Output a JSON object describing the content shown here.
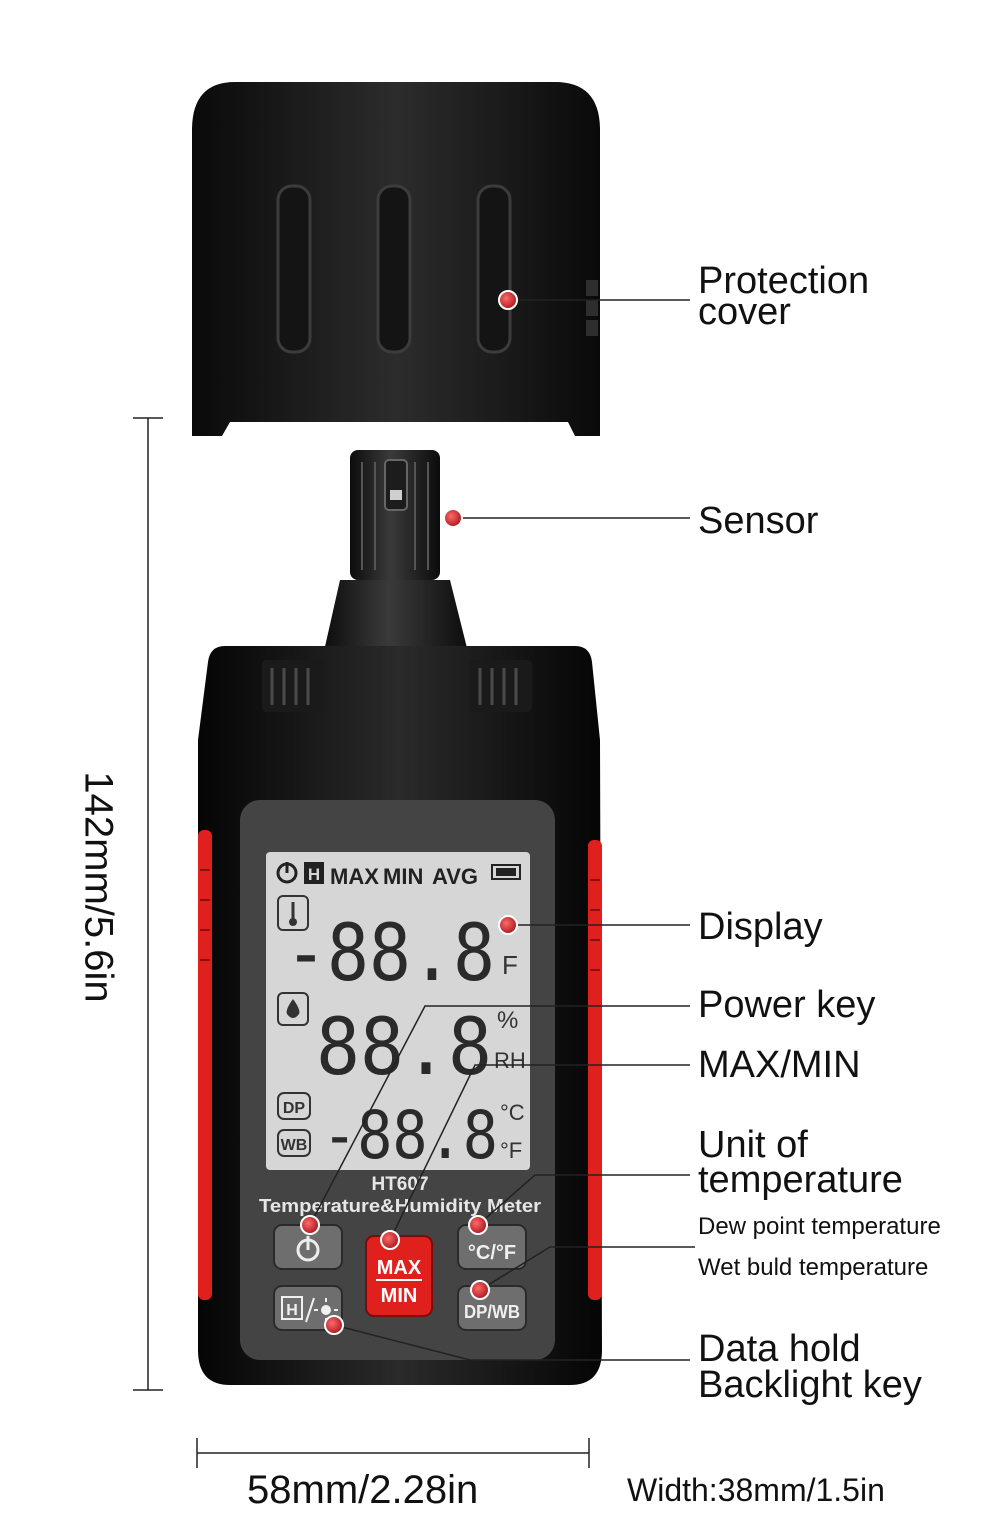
{
  "device": {
    "model": "HT607",
    "name": "Temperature&Humidity Meter",
    "lcd": {
      "status_row": [
        "MAX",
        "MIN",
        "AVG"
      ],
      "row1_value": "-88.8",
      "row1_units": [
        "°",
        "F"
      ],
      "row2_value": "88.8",
      "row2_units": [
        "%",
        "RH"
      ],
      "row3_value": "-88.8",
      "row3_units": [
        "°C",
        "°F"
      ],
      "row3_indicators": [
        "DP",
        "WB"
      ],
      "hold_indicator": "H"
    },
    "keys": {
      "maxmin_line1": "MAX",
      "maxmin_line2": "MIN",
      "unit_key": "°C/°F",
      "dpwb_key": "DP/WB",
      "hold_key_letter": "H"
    }
  },
  "callouts": {
    "protection_cover": [
      "Protection",
      "cover"
    ],
    "sensor": "Sensor",
    "display": "Display",
    "power_key": "Power key",
    "max_min": "MAX/MIN",
    "unit_of_temperature": [
      "Unit of",
      "temperature"
    ],
    "dew_point": "Dew point temperature",
    "wet_bulb": "Wet buld temperature",
    "data_hold": [
      "Data hold",
      "Backlight key"
    ]
  },
  "dimensions": {
    "height": "142mm/5.6in",
    "width_front": "58mm/2.28in",
    "thickness": "Width:38mm/1.5in"
  },
  "colors": {
    "body": "#121212",
    "accent_red": "#e0201c",
    "lcd_bg": "#d6d6d6",
    "callout_dot": "#c0161c"
  }
}
